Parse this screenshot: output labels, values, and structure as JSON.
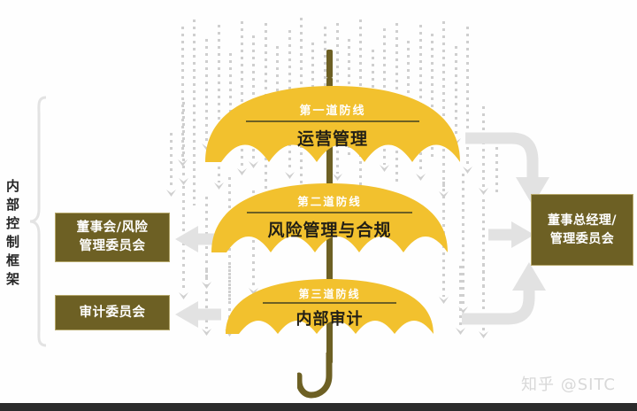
{
  "framework": {
    "label_chars": [
      "内",
      "部",
      "控",
      "制",
      "框",
      "架"
    ],
    "label": "内部控制框架"
  },
  "umbrellas": [
    {
      "id": "line-1",
      "top_label": "第一道防线",
      "main_label": "运营管理",
      "canopy_color": "#f2c12e",
      "top_text_color": "#ffffff",
      "main_text_color": "#221f16"
    },
    {
      "id": "line-2",
      "top_label": "第二道防线",
      "main_label": "风险管理与合规",
      "canopy_color": "#f2c12e",
      "top_text_color": "#ffffff",
      "main_text_color": "#221f16"
    },
    {
      "id": "line-3",
      "top_label": "第三道防线",
      "main_label": "内部审计",
      "canopy_color": "#f2c12e",
      "top_text_color": "#ffffff",
      "main_text_color": "#221f16"
    }
  ],
  "boxes": {
    "left_top": "董事会/风险\n管理委员会",
    "left_top_line1": "董事会/风险",
    "left_top_line2": "管理委员会",
    "left_bottom": "审计委员会",
    "right": "董事总经理/\n管理委员会",
    "right_line1": "董事总经理/",
    "right_line2": "管理委员会"
  },
  "watermark": "知乎 @SITC",
  "colors": {
    "umbrella_yellow": "#f2c12e",
    "olive": "#6d6024",
    "box_border": "#b5a76a",
    "arrow_gray": "#e2e2e2",
    "rain_gray": "#cfcfcf",
    "background": "#fefefe",
    "bottom_bar": "#2b2b2b"
  }
}
